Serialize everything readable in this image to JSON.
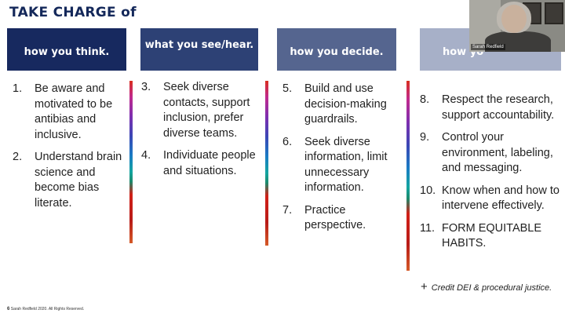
{
  "slide": {
    "title": "TAKE CHARGE of",
    "columns": [
      {
        "header": "how you think.",
        "items": [
          {
            "num": "1.",
            "text": "Be aware and motivated to be antibias and inclusive."
          },
          {
            "num": "2.",
            "text": "Understand brain science and become bias literate."
          }
        ]
      },
      {
        "header": "what you see/hear.",
        "items": [
          {
            "num": "3.",
            "text": "Seek diverse contacts, support inclusion, prefer diverse teams."
          },
          {
            "num": "4.",
            "text": "Individuate people and situations."
          }
        ]
      },
      {
        "header": "how you decide.",
        "items": [
          {
            "num": "5.",
            "text": "Build and use decision-making guardrails."
          },
          {
            "num": "6.",
            "text": "Seek diverse information, limit unnecessary information."
          },
          {
            "num": "7.",
            "text": "Practice perspective."
          }
        ]
      },
      {
        "header": "how you act.",
        "header_visible": "how yo",
        "items": [
          {
            "num": "8.",
            "text": "Respect the research, support accountability."
          },
          {
            "num": "9.",
            "text": "Control your environment, labeling, and messaging."
          },
          {
            "num": "10.",
            "text": "Know when and how to intervene effectively."
          },
          {
            "num": "11.",
            "text": "FORM EQUITABLE HABITS."
          }
        ]
      }
    ],
    "credit": {
      "plus": "+",
      "text": "Credit DEI & procedural justice."
    },
    "footer": {
      "page": "6",
      "text": "Sarah Redfield 2020. All Rights Reserved."
    }
  },
  "video": {
    "participant_name": "Sarah Redfield"
  }
}
